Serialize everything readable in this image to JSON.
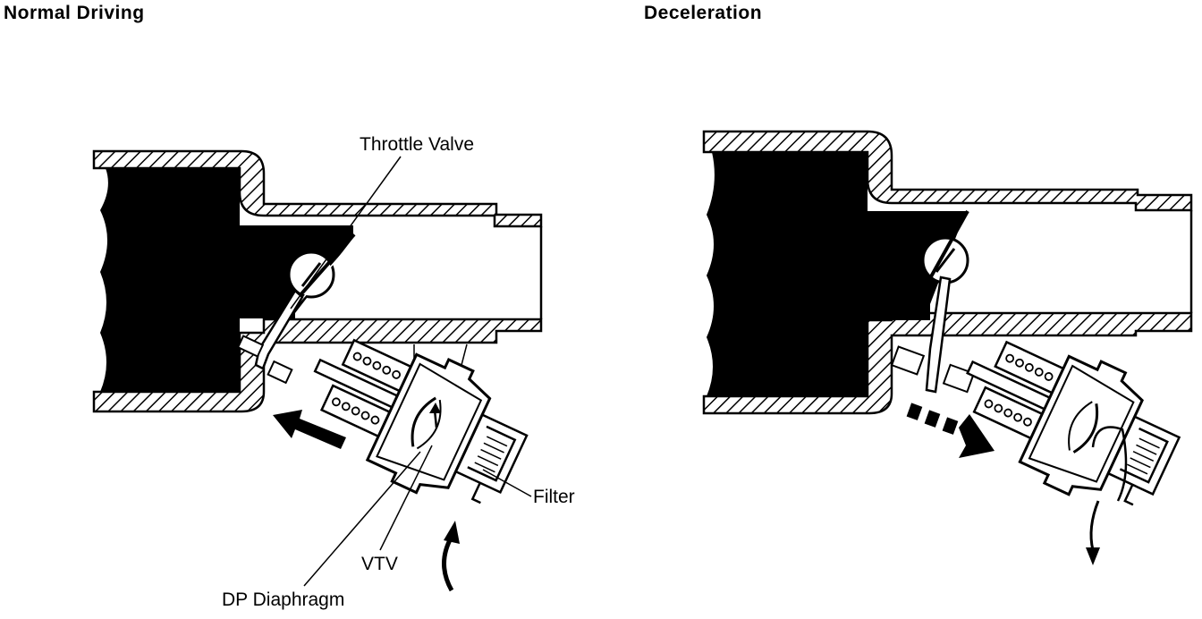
{
  "panels": [
    {
      "title": "Normal Driving"
    },
    {
      "title": "Deceleration"
    }
  ],
  "labels": {
    "throttle_valve": "Throttle Valve",
    "filter": "Filter",
    "vtv": "VTV",
    "dp_diaphragm": "DP Diaphragm"
  },
  "colors": {
    "ink": "#000000",
    "paper": "#ffffff"
  }
}
